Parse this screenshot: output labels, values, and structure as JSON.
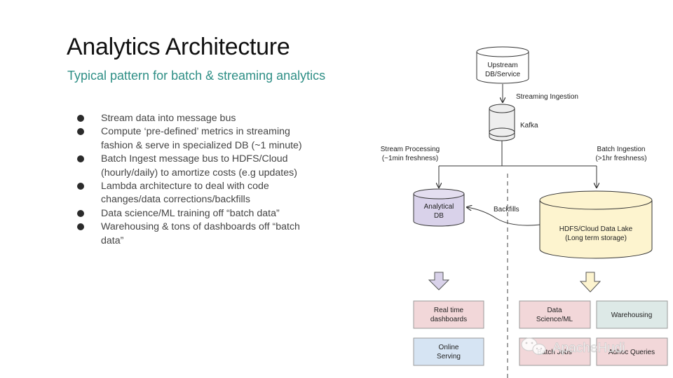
{
  "slide": {
    "title": "Analytics Architecture",
    "subtitle": "Typical pattern for batch & streaming analytics",
    "bullets": [
      "Stream data into message bus",
      "Compute ‘pre-defined’ metrics in streaming fashion & serve in specialized DB (~1 minute)",
      "Batch Ingest message bus to HDFS/Cloud (hourly/daily) to amortize costs (e.g updates)",
      "Lambda architecture to deal with code changes/data corrections/backfills",
      "Data science/ML training off “batch data”",
      "Warehousing & tons of dashboards off “batch data”"
    ]
  },
  "diagram": {
    "upstream": [
      "Upstream",
      "DB/Service"
    ],
    "streaming_ingestion": "Streaming Ingestion",
    "kafka": "Kafka",
    "stream_processing": [
      "Stream Processing",
      "(~1min freshness)"
    ],
    "batch_ingestion": [
      "Batch Ingestion",
      "(>1hr freshness)"
    ],
    "analytical_db": [
      "Analytical",
      "DB"
    ],
    "backfills": "Backfills",
    "data_lake": [
      "HDFS/Cloud Data Lake",
      "(Long term storage)"
    ],
    "realtime_dashboards": [
      "Real time",
      "dashboards"
    ],
    "online_serving": [
      "Online",
      "Serving"
    ],
    "data_science": [
      "Data",
      "Science/ML"
    ],
    "warehousing": "Warehousing",
    "batch_jobs": "Batch Jobs",
    "adhoc_queries": "Adhoc Queries"
  },
  "watermark": "ApacheHudi",
  "colors": {
    "subtitle": "#2f8f86",
    "analytical_db_fill": "#d9d2ea",
    "data_lake_fill": "#fdf4cf",
    "pink_box": "#f2d7d9",
    "blue_box": "#d6e4f3",
    "teal_box": "#dde9e7",
    "kafka_fill": "#eeeeee"
  }
}
